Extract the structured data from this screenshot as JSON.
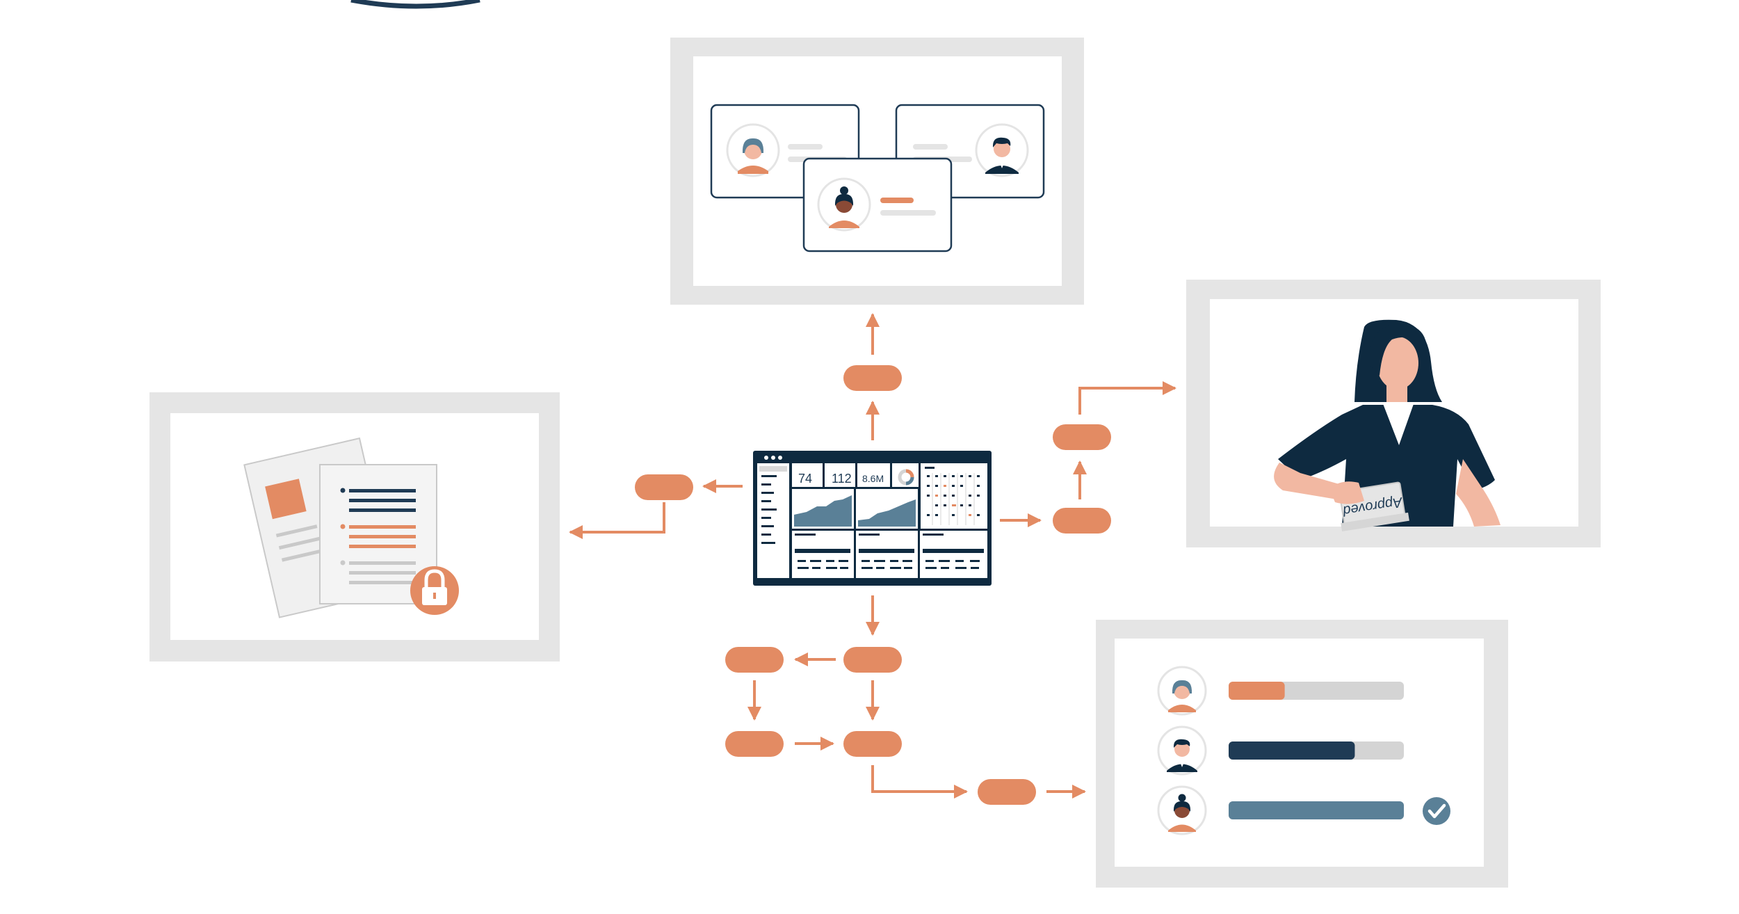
{
  "dashboard": {
    "kpis": [
      {
        "value": "74"
      },
      {
        "value": "112"
      },
      {
        "value": "8.6M"
      }
    ]
  },
  "stamp": {
    "text": "Approved"
  },
  "progress": [
    {
      "person": "woman-short-hair",
      "fraction": 0.32,
      "color": "#e38b63"
    },
    {
      "person": "man",
      "fraction": 0.72,
      "color": "#1f3b55"
    },
    {
      "person": "woman-bun",
      "fraction": 1.0,
      "color": "#5a8097",
      "complete": true
    }
  ],
  "colors": {
    "frame": "#e5e5e5",
    "accent": "#e38b63",
    "navy": "#0e2a40",
    "steel": "#5a8097",
    "light_gray": "#d4d4d4"
  }
}
